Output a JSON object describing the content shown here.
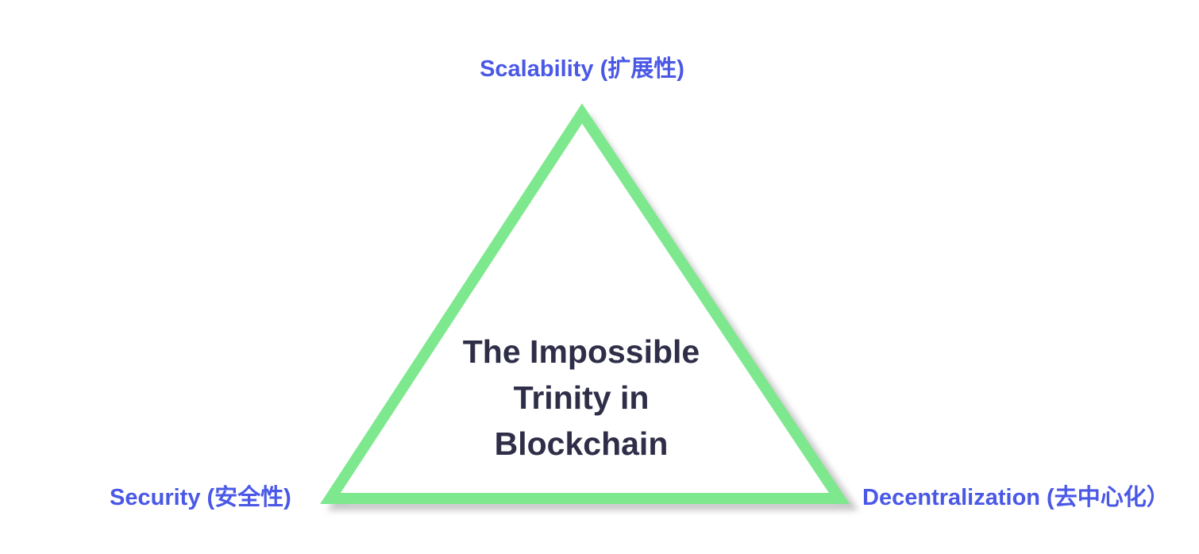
{
  "diagram": {
    "vertices": {
      "top": "Scalability (扩展性)",
      "left": "Security (安全性)",
      "right": "Decentralization (去中心化）"
    },
    "center_title_lines": [
      "The Impossible",
      "Trinity in",
      "Blockchain"
    ]
  },
  "colors": {
    "label_blue": "#4A58E6",
    "triangle_stroke": "#7EE88E",
    "title_text": "#2E2E48",
    "shadow": "#9a9a9a"
  }
}
